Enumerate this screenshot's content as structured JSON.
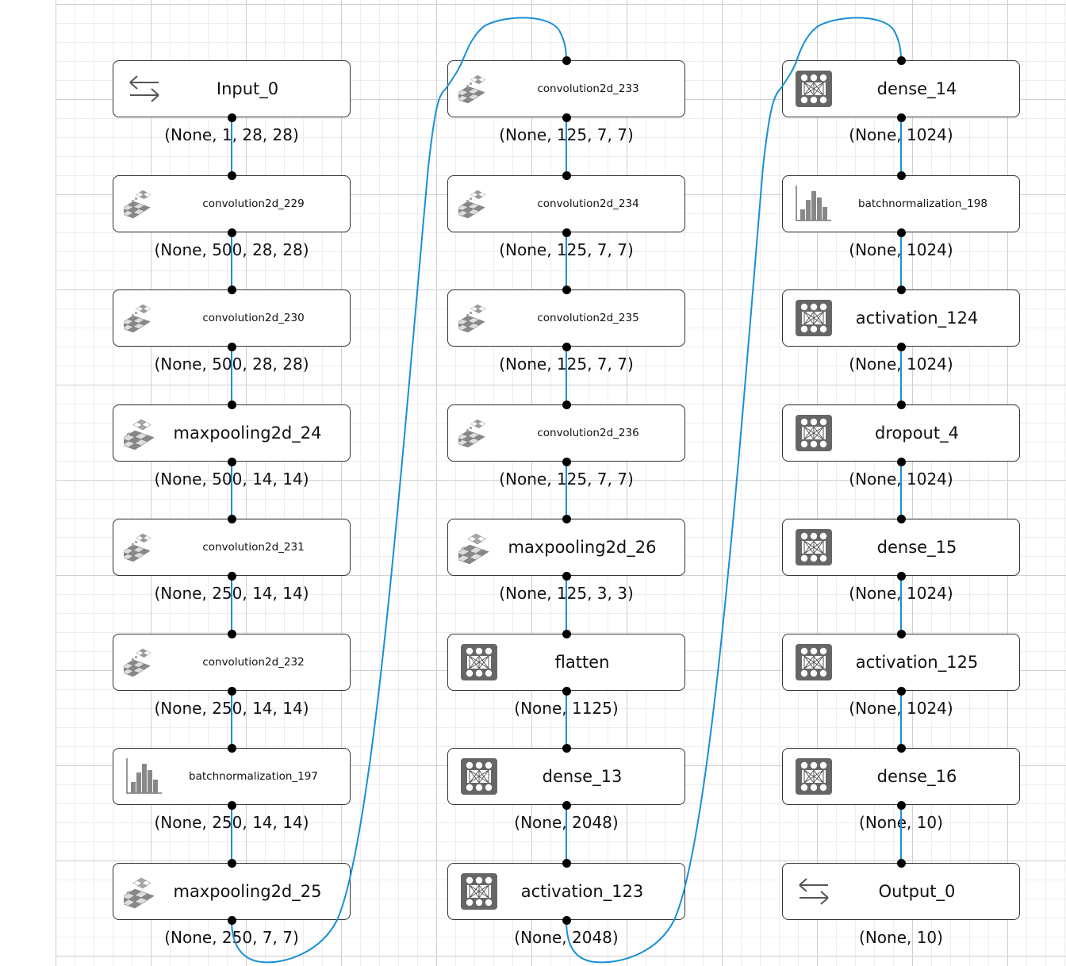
{
  "colors": {
    "edge": "#1a8fd6",
    "border": "#333333",
    "port": "#000000"
  },
  "columns": [
    {
      "nodes": [
        {
          "label": "Input_0",
          "icon": "input-arrows-icon",
          "size": "big",
          "shape": "(None, 1, 28, 28)"
        },
        {
          "label": "convolution2d_229",
          "icon": "convolution-grid-icon",
          "size": "small",
          "shape": "(None, 500, 28, 28)"
        },
        {
          "label": "convolution2d_230",
          "icon": "convolution-grid-icon",
          "size": "small",
          "shape": "(None, 500, 28, 28)"
        },
        {
          "label": "maxpooling2d_24",
          "icon": "pooling-grid-icon",
          "size": "big",
          "shape": "(None, 500, 14, 14)"
        },
        {
          "label": "convolution2d_231",
          "icon": "convolution-grid-icon",
          "size": "small",
          "shape": "(None, 250, 14, 14)"
        },
        {
          "label": "convolution2d_232",
          "icon": "convolution-grid-icon",
          "size": "small",
          "shape": "(None, 250, 14, 14)"
        },
        {
          "label": "batchnormalization_197",
          "icon": "histogram-icon",
          "size": "small",
          "shape": "(None, 250, 14, 14)"
        },
        {
          "label": "maxpooling2d_25",
          "icon": "pooling-grid-icon",
          "size": "big",
          "shape": "(None, 250, 7, 7)"
        }
      ]
    },
    {
      "nodes": [
        {
          "label": "convolution2d_233",
          "icon": "convolution-grid-icon",
          "size": "small",
          "shape": "(None, 125, 7, 7)"
        },
        {
          "label": "convolution2d_234",
          "icon": "convolution-grid-icon",
          "size": "small",
          "shape": "(None, 125, 7, 7)"
        },
        {
          "label": "convolution2d_235",
          "icon": "convolution-grid-icon",
          "size": "small",
          "shape": "(None, 125, 7, 7)"
        },
        {
          "label": "convolution2d_236",
          "icon": "convolution-grid-icon",
          "size": "small",
          "shape": "(None, 125, 7, 7)"
        },
        {
          "label": "maxpooling2d_26",
          "icon": "pooling-grid-icon",
          "size": "big",
          "shape": "(None, 125, 3, 3)"
        },
        {
          "label": "flatten",
          "icon": "dense-network-icon",
          "size": "big",
          "shape": "(None, 1125)"
        },
        {
          "label": "dense_13",
          "icon": "dense-network-icon",
          "size": "big",
          "shape": "(None, 2048)"
        },
        {
          "label": "activation_123",
          "icon": "dense-network-icon",
          "size": "big",
          "shape": "(None, 2048)"
        }
      ]
    },
    {
      "nodes": [
        {
          "label": "dense_14",
          "icon": "dense-network-icon",
          "size": "big",
          "shape": "(None, 1024)"
        },
        {
          "label": "batchnormalization_198",
          "icon": "histogram-icon",
          "size": "small",
          "shape": "(None, 1024)"
        },
        {
          "label": "activation_124",
          "icon": "dense-network-icon",
          "size": "big",
          "shape": "(None, 1024)"
        },
        {
          "label": "dropout_4",
          "icon": "dense-network-icon",
          "size": "big",
          "shape": "(None, 1024)"
        },
        {
          "label": "dense_15",
          "icon": "dense-network-icon",
          "size": "big",
          "shape": "(None, 1024)"
        },
        {
          "label": "activation_125",
          "icon": "dense-network-icon",
          "size": "big",
          "shape": "(None, 1024)"
        },
        {
          "label": "dense_16",
          "icon": "dense-network-icon",
          "size": "big",
          "shape": "(None, 10)"
        },
        {
          "label": "Output_0",
          "icon": "output-arrows-icon",
          "size": "big",
          "shape": "(None, 10)"
        }
      ]
    }
  ]
}
